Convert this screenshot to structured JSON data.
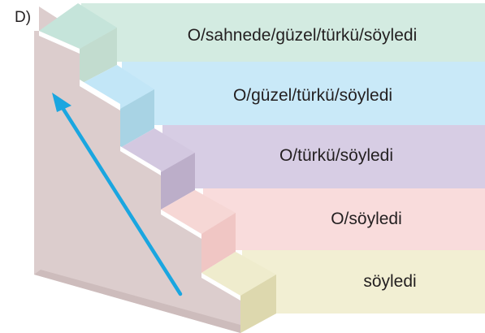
{
  "option_label": "D)",
  "steps": [
    {
      "text": "O/sahnede/güzel/türkü/söyledi",
      "band_color": "#d3ebe1",
      "top_color": "#c5e4da",
      "riser_color": "#c2dccf"
    },
    {
      "text": "O/güzel/türkü/söyledi",
      "band_color": "#c9e9f8",
      "top_color": "#c2e6f7",
      "riser_color": "#a8d3e4"
    },
    {
      "text": "O/türkü/söyledi",
      "band_color": "#d7cde4",
      "top_color": "#d3c8e0",
      "riser_color": "#bcaec9"
    },
    {
      "text": "O/söyledi",
      "band_color": "#f9dcdc",
      "top_color": "#f6d7d5",
      "riser_color": "#f0c6c4"
    },
    {
      "text": "söyledi",
      "band_color": "#f2efd3",
      "top_color": "#efeccd",
      "riser_color": "#ddd8ae"
    }
  ],
  "colors": {
    "wall": "#dccdcd",
    "wall_bottom": "#cdbcbc",
    "arrow": "#1aa6e0",
    "step_edge": "#ffffff",
    "text": "#231f20"
  }
}
